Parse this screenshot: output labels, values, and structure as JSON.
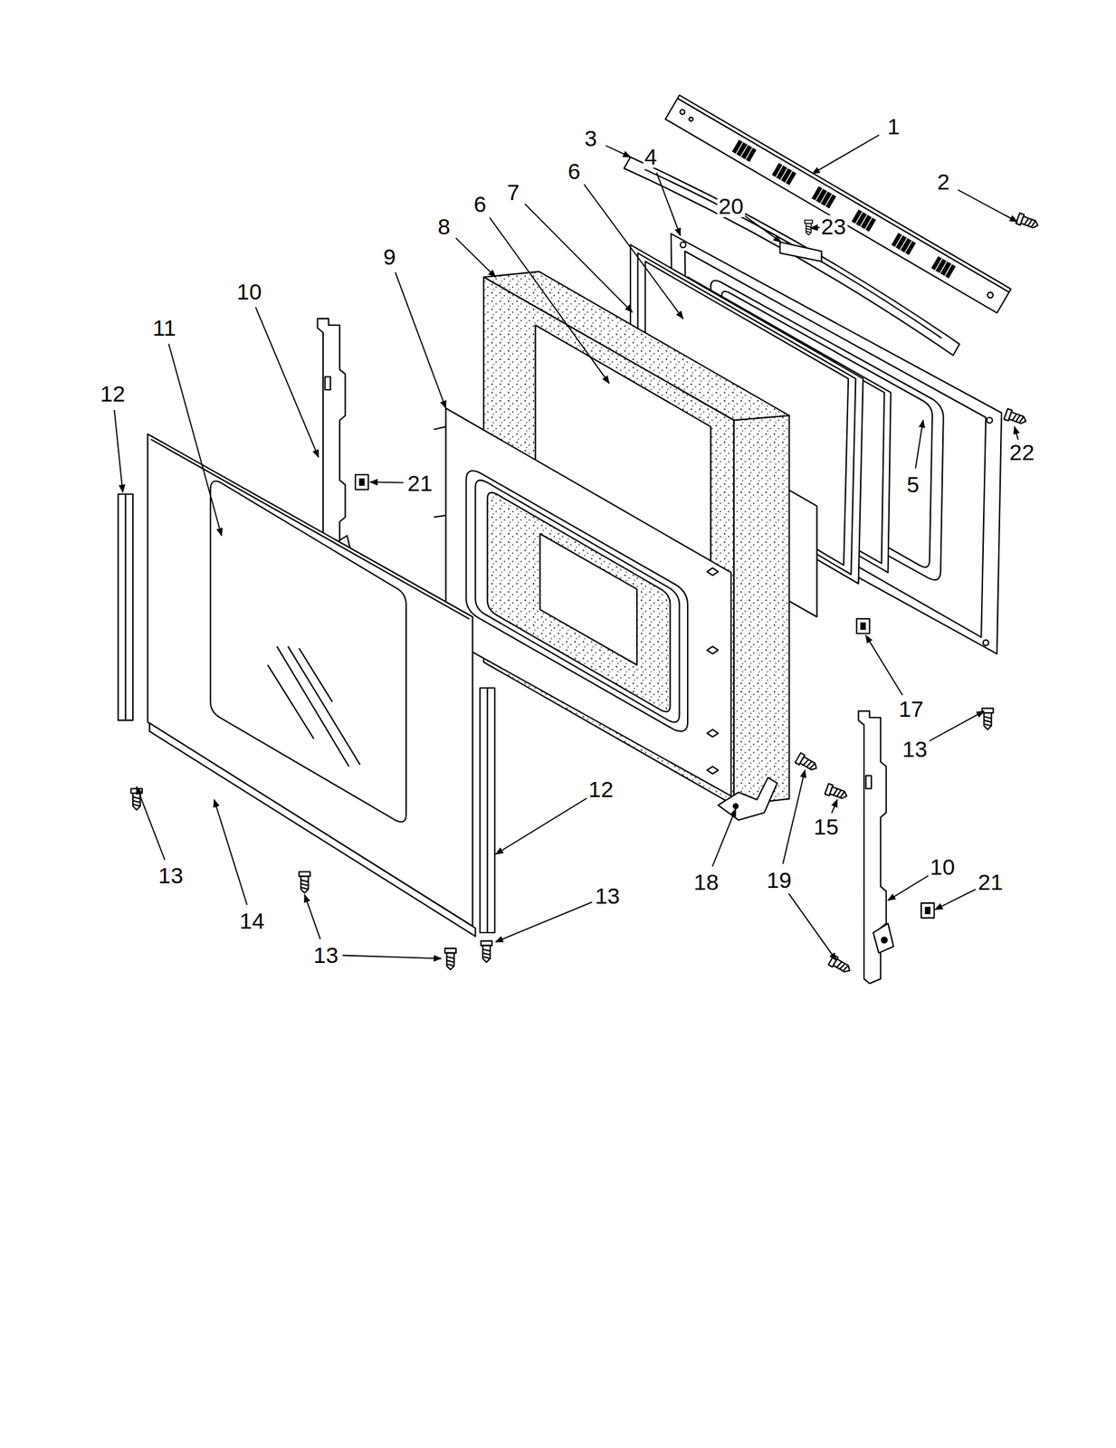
{
  "diagram": {
    "labels": [
      "1",
      "3",
      "4",
      "6",
      "2",
      "7",
      "6",
      "20",
      "23",
      "8",
      "9",
      "10",
      "11",
      "12",
      "22",
      "21",
      "5",
      "17",
      "13",
      "12",
      "15",
      "10",
      "13",
      "19",
      "18",
      "21",
      "13",
      "14",
      "13"
    ]
  }
}
